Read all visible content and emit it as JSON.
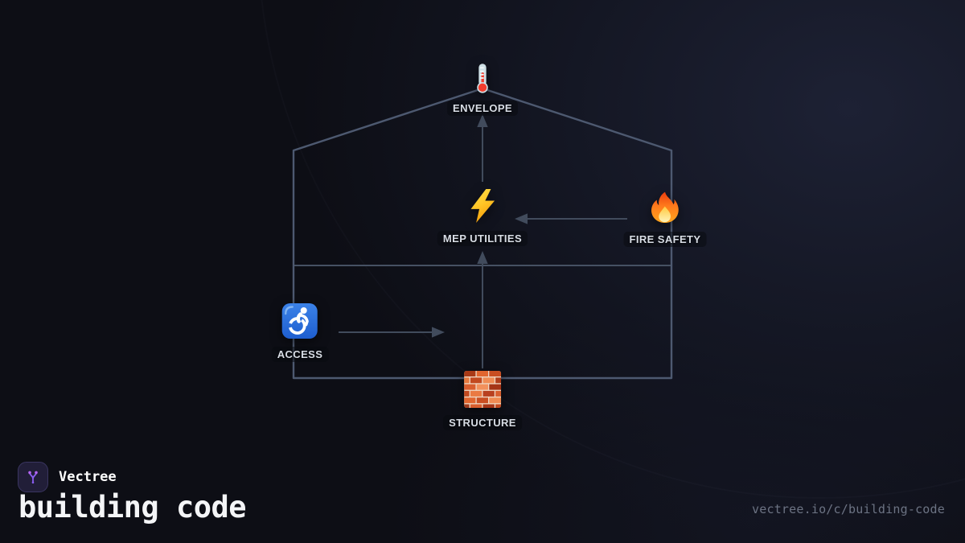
{
  "diagram": {
    "outline_shape": "house",
    "nodes": [
      {
        "id": "envelope",
        "label": "ENVELOPE",
        "icon": "thermometer-emoji"
      },
      {
        "id": "mep-utilities",
        "label": "MEP UTILITIES",
        "icon": "high-voltage-emoji"
      },
      {
        "id": "fire-safety",
        "label": "FIRE SAFETY",
        "icon": "fire-emoji"
      },
      {
        "id": "access",
        "label": "ACCESS",
        "icon": "wheelchair-symbol-emoji"
      },
      {
        "id": "structure",
        "label": "STRUCTURE",
        "icon": "brick-emoji"
      }
    ],
    "edges": [
      {
        "from": "structure",
        "to": "mep-utilities"
      },
      {
        "from": "mep-utilities",
        "to": "envelope"
      },
      {
        "from": "fire-safety",
        "to": "mep-utilities"
      },
      {
        "from": "access",
        "to": "structure"
      }
    ],
    "colors": {
      "outline": "#4d5970",
      "floor_line": "#465163",
      "arrow": "#414b5c",
      "label_text": "#d9dee6"
    }
  },
  "footer": {
    "brand": "Vectree",
    "title": "building code",
    "url": "vectree.io/c/building-code",
    "accent": "#8b5ef0"
  }
}
